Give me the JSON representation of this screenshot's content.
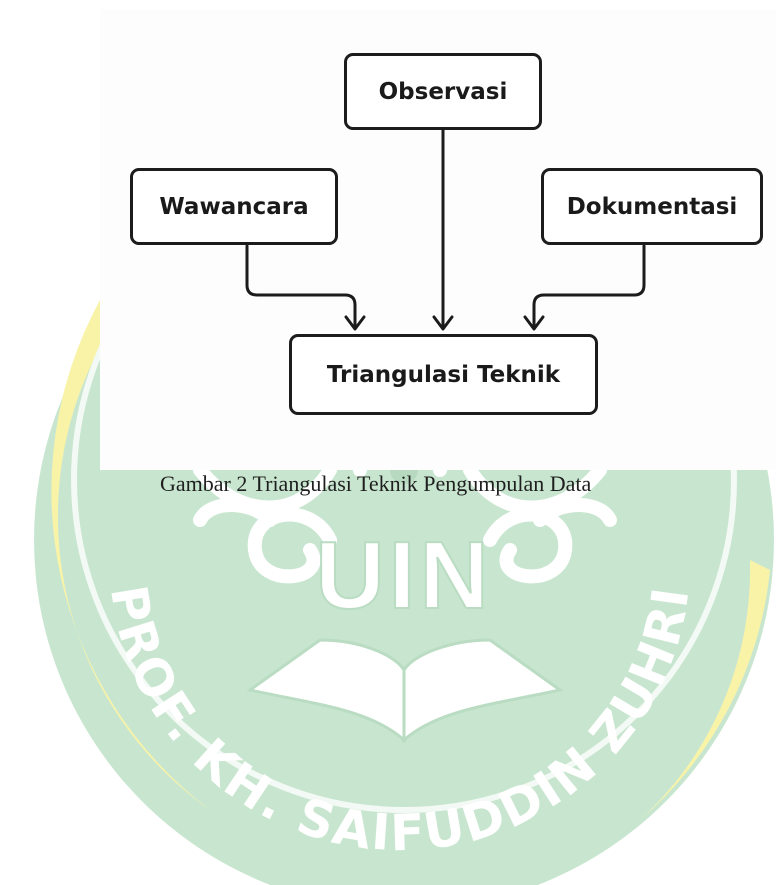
{
  "diagram": {
    "nodes": {
      "observasi": "Observasi",
      "wawancara": "Wawancara",
      "dokumentasi": "Dokumentasi",
      "triangulasi": "Triangulasi Teknik"
    }
  },
  "caption": "Gambar 2 Triangulasi Teknik Pengumpulan Data",
  "watermark": {
    "text": "PROF. KH. SAIFUDDIN ZUHRI",
    "emblem_text": "UIN",
    "colors": {
      "green": "#c8e6cf",
      "yellow": "#f9f3a8"
    }
  }
}
